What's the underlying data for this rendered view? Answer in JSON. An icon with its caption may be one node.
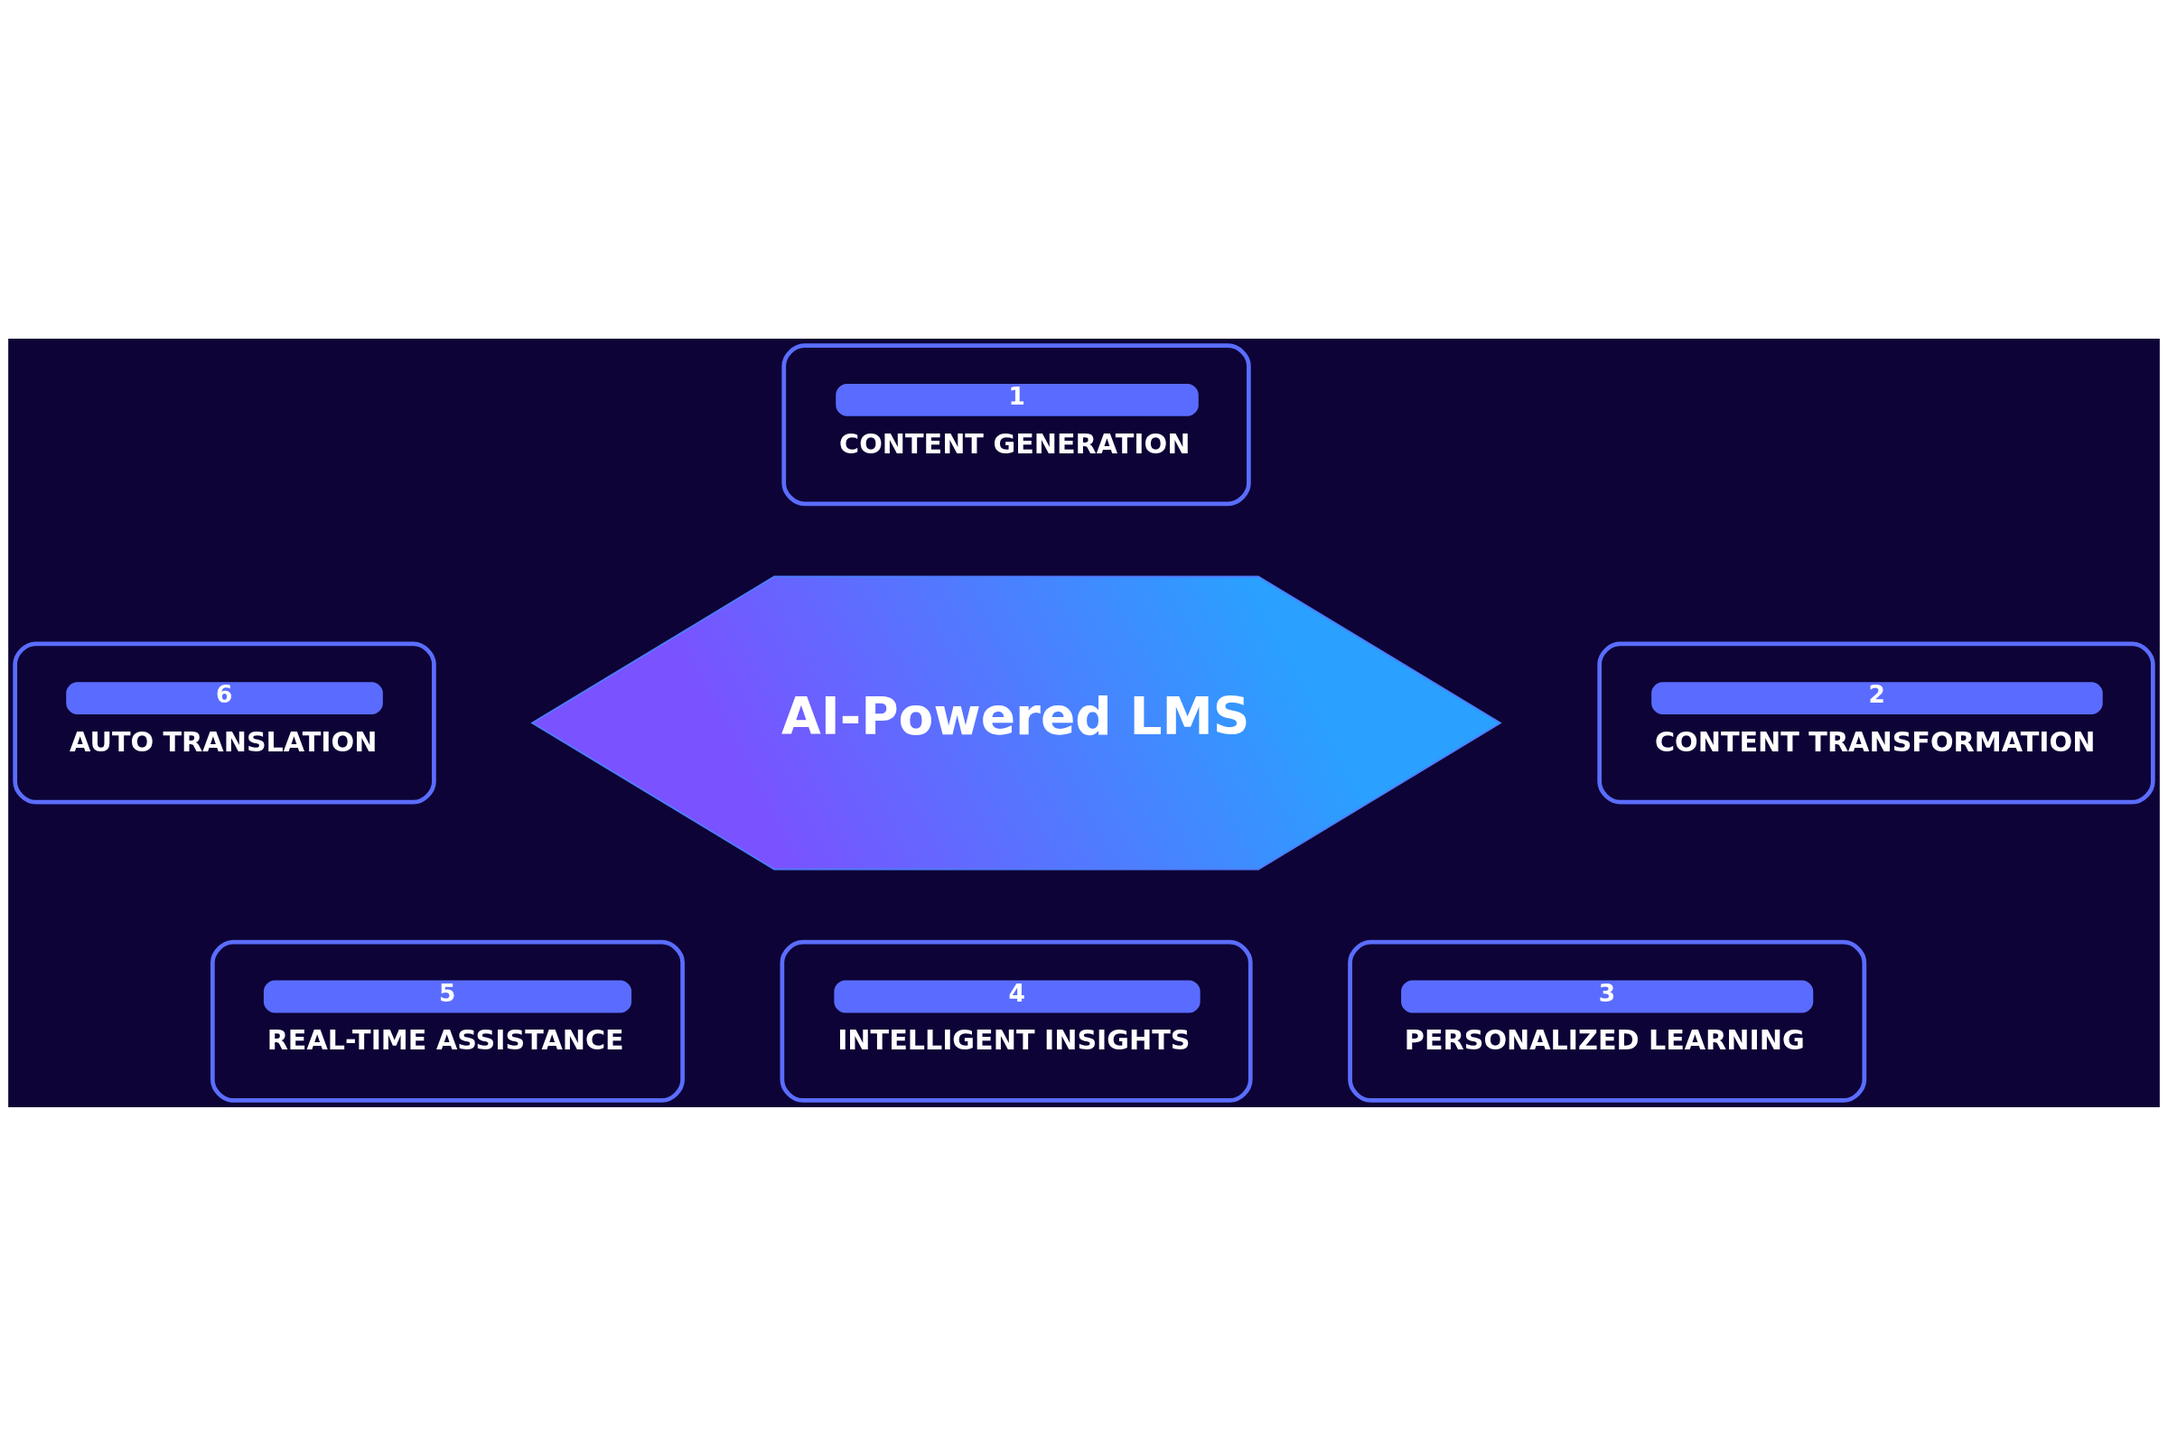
{
  "diagram": {
    "nodes": [
      {
        "text": [
          "AI-Powered LMS"
        ]
      },
      {
        "text": [
          "1",
          "CONTENT GENERATION"
        ]
      },
      {
        "text": [
          "2",
          "CONTENT TRANSFORMATION"
        ]
      },
      {
        "text": [
          "3",
          "PERSONALIZED LEARNING"
        ]
      },
      {
        "text": [
          "4",
          "INTELLIGENT INSIGHTS"
        ]
      },
      {
        "text": [
          "5",
          "REAL-TIME ASSISTANCE"
        ]
      },
      {
        "text": [
          "6",
          "AUTO TRANSLATION"
        ]
      }
    ]
  }
}
